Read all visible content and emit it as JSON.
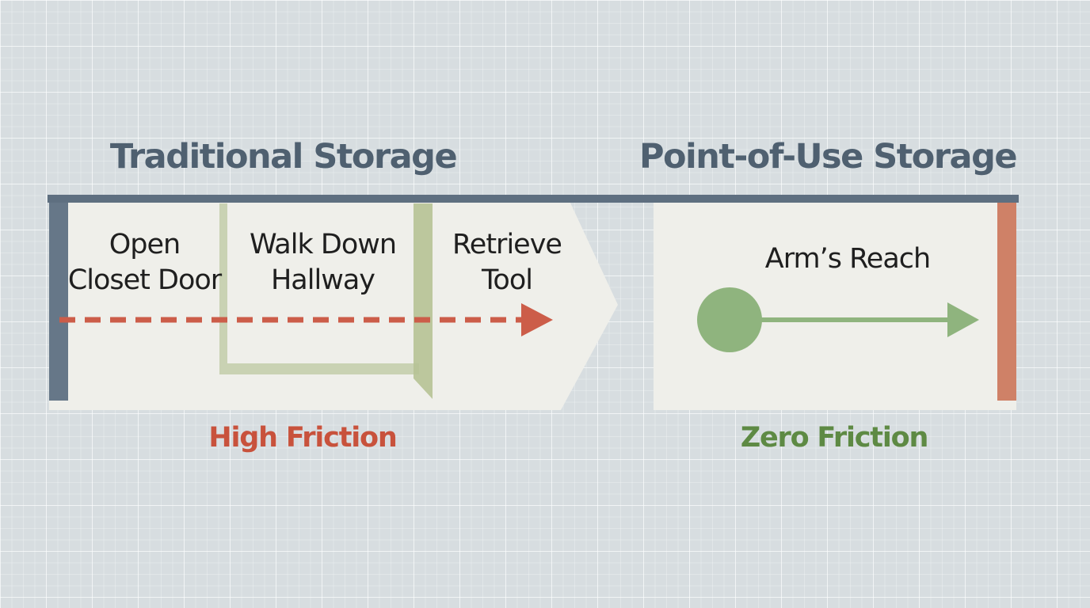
{
  "colors": {
    "background": "#d7dde0",
    "panel": "#efefea",
    "heading": "#4f6070",
    "top_bar": "#5e6f80",
    "left_edge": "#667788",
    "right_edge": "#cf8167",
    "route_arrow": "#cc5d49",
    "reach_arrow": "#8fb47e",
    "hallway": "#c9d2b3",
    "high_friction": "#c8523c",
    "zero_friction": "#5e8a44",
    "label_text": "#1f1f1f"
  },
  "traditional": {
    "title": "Traditional Storage",
    "steps": [
      {
        "lines": [
          "Open",
          "Closet Door"
        ]
      },
      {
        "lines": [
          "Walk Down",
          "Hallway"
        ]
      },
      {
        "lines": [
          "Retrieve",
          "Tool"
        ]
      }
    ],
    "friction_label": "High Friction"
  },
  "point_of_use": {
    "title": "Point-of-Use Storage",
    "step_label": "Arm’s Reach",
    "friction_label": "Zero Friction"
  }
}
